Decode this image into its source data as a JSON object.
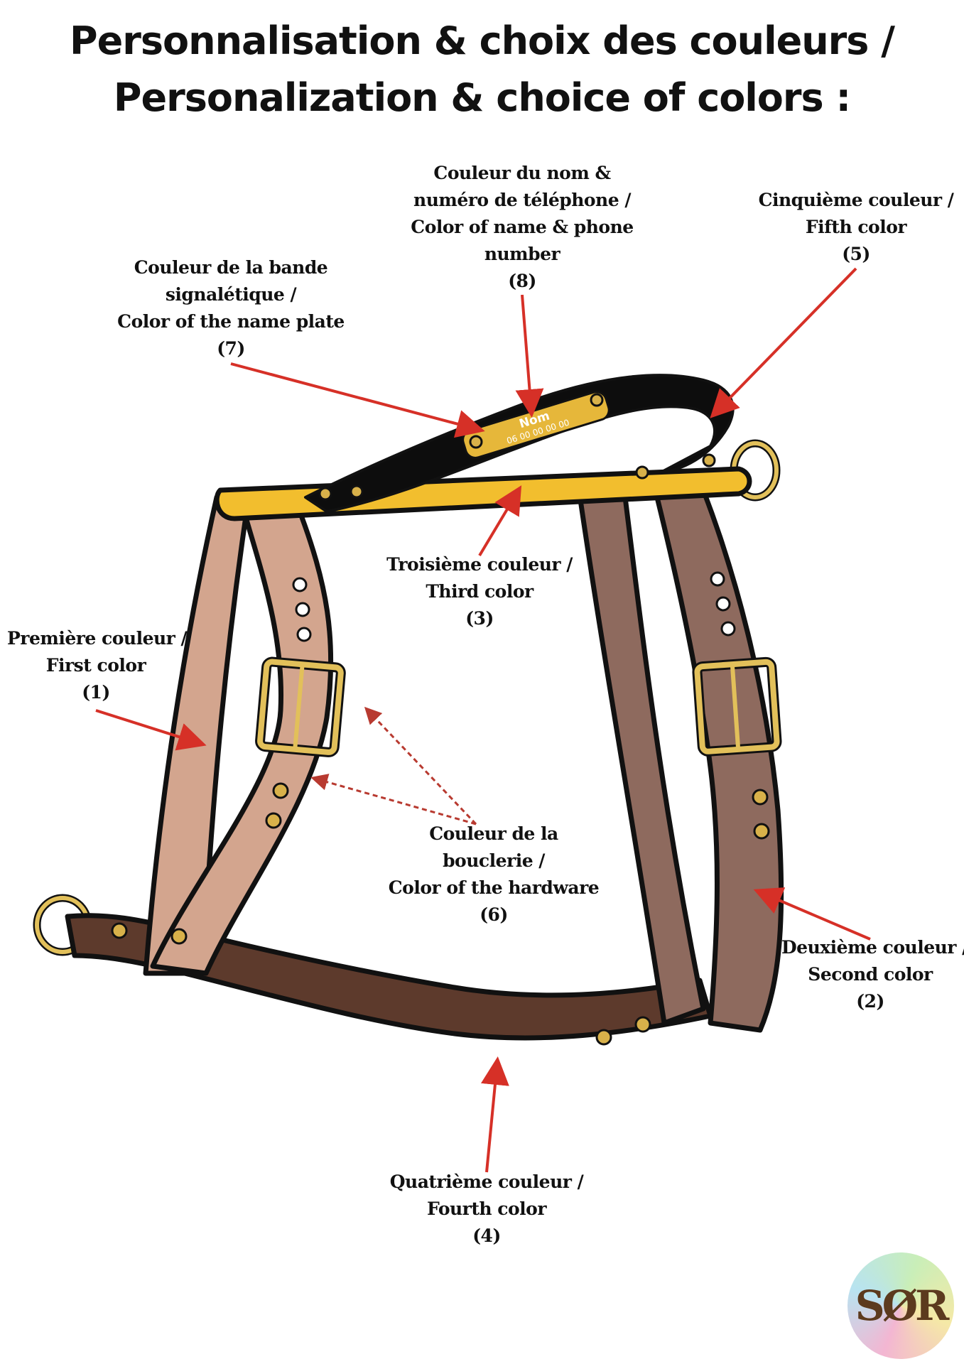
{
  "title": {
    "line1": "Personnalisation & choix des couleurs /",
    "line2": "Personalization & choice of colors :"
  },
  "plate": {
    "name": "Nom",
    "phone": "06 00 00 00 00"
  },
  "labels": {
    "first": {
      "line1": "Première couleur /",
      "line2": "First color",
      "num": "(1)"
    },
    "second": {
      "line1": "Deuxième couleur /",
      "line2": "Second color",
      "num": "(2)"
    },
    "third": {
      "line1": "Troisième couleur  /",
      "line2": "Third color",
      "num": "(3)"
    },
    "fourth": {
      "line1": "Quatrième couleur  /",
      "line2": "Fourth color",
      "num": "(4)"
    },
    "fifth": {
      "line1": "Cinquième couleur  /",
      "line2": "Fifth color",
      "num": "(5)"
    },
    "sixth": {
      "line1": "Couleur de la",
      "line2": "bouclerie /",
      "line3": "Color of the hardware",
      "num": "(6)"
    },
    "seventh": {
      "line1": "Couleur de la bande",
      "line2": "signalétique /",
      "line3": "Color of the name plate",
      "num": "(7)"
    },
    "eighth": {
      "line1": "Couleur du nom &",
      "line2": "numéro de téléphone /",
      "line3": "Color of name & phone",
      "line4": "number",
      "num": "(8)"
    }
  },
  "logo": {
    "text": "SØR"
  },
  "colors": {
    "first": "#d3a58e",
    "second": "#8e6a5e",
    "third": "#f2be2e",
    "fourth": "#5d3a2c",
    "fifth": "#0d0d0d",
    "hardware": "#e2c05a",
    "nameplate": "#e6b73a",
    "arrow": "#d63027"
  },
  "icons": {
    "logo": "sor-logo-icon",
    "harness": "dog-harness-illustration"
  }
}
